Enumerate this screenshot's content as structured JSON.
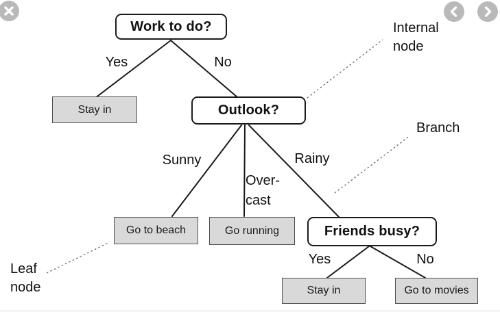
{
  "diagram": {
    "nodes": {
      "work": "Work to do?",
      "outlook": "Outlook?",
      "friends": "Friends busy?"
    },
    "leaves": {
      "stay_in_1": "Stay in",
      "go_to_beach": "Go to beach",
      "go_running": "Go running",
      "stay_in_2": "Stay in",
      "go_to_movies": "Go to movies"
    },
    "branch_labels": {
      "yes_1": "Yes",
      "no_1": "No",
      "sunny": "Sunny",
      "overcast_lines": [
        "Over-",
        "cast"
      ],
      "rainy": "Rainy",
      "yes_2": "Yes",
      "no_2": "No"
    },
    "annotations": {
      "internal_node_lines": [
        "Internal",
        "node"
      ],
      "branch": "Branch",
      "leaf_node_lines": [
        "Leaf",
        "node"
      ]
    }
  },
  "viewer_controls": {
    "close_icon": "close-icon",
    "prev_icon": "chevron-left-icon",
    "next_icon": "chevron-right-icon"
  },
  "colors": {
    "node_fill": "#ffffff",
    "node_border": "#1a1a1a",
    "leaf_fill": "#d9d9d9",
    "leaf_border": "#4d4d4d",
    "branch_line": "#1a1a1a",
    "annotation_line": "#666666",
    "nav_button_fill": "#b9b9b9",
    "bottom_rule": "#d9d9d9"
  }
}
